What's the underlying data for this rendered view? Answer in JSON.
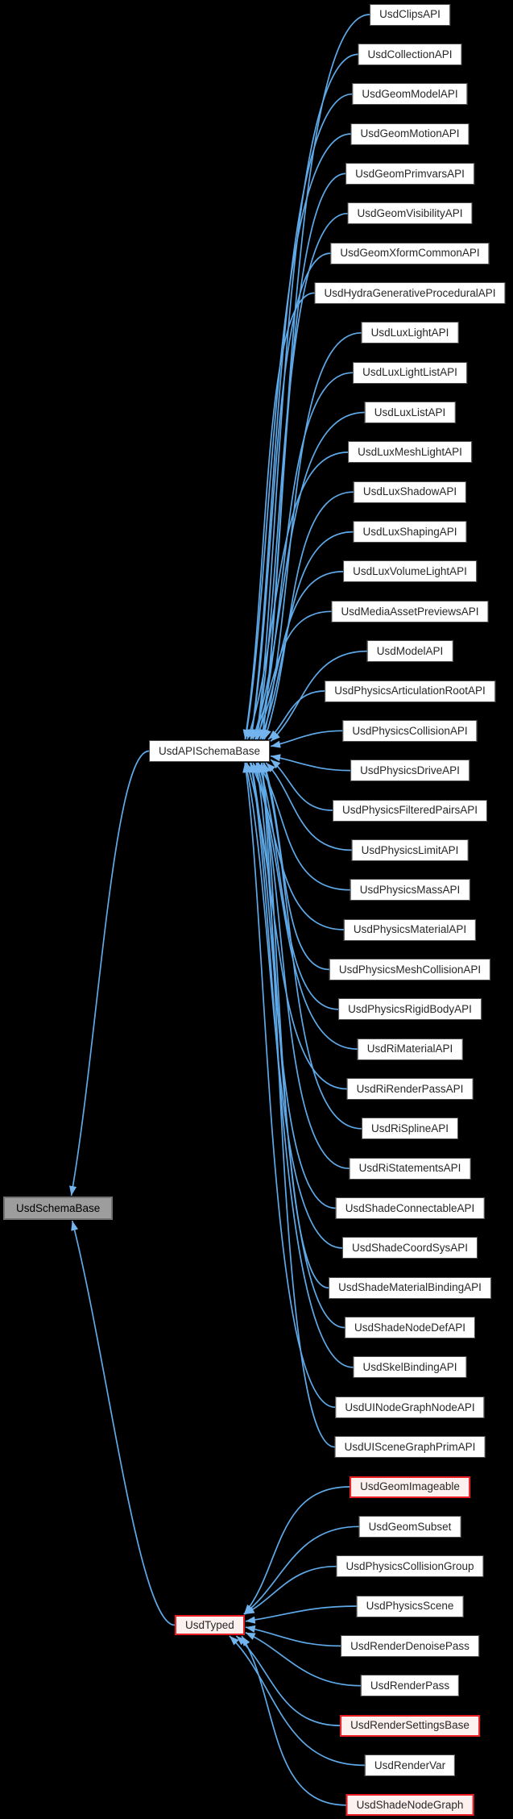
{
  "diagram_type": "class-inheritance-graph",
  "colors": {
    "background": "#000000",
    "edge": "#5fa9e8",
    "arrowhead": "#74b4ee",
    "node_background": "#ffffff",
    "node_border": "#4a4a4a",
    "node_text": "#282828",
    "current_node_background": "#9d9d9d",
    "current_node_border": "#717171",
    "red_node_border": "#ea1d24",
    "red_node_background": "#fdf1f0"
  },
  "root": {
    "label": "UsdSchemaBase",
    "variant": "current"
  },
  "branches": [
    {
      "id": "api",
      "parent": {
        "label": "UsdAPISchemaBase",
        "variant": "normal"
      },
      "children": [
        {
          "label": "UsdClipsAPI",
          "variant": "normal"
        },
        {
          "label": "UsdCollectionAPI",
          "variant": "normal"
        },
        {
          "label": "UsdGeomModelAPI",
          "variant": "normal"
        },
        {
          "label": "UsdGeomMotionAPI",
          "variant": "normal"
        },
        {
          "label": "UsdGeomPrimvarsAPI",
          "variant": "normal"
        },
        {
          "label": "UsdGeomVisibilityAPI",
          "variant": "normal"
        },
        {
          "label": "UsdGeomXformCommonAPI",
          "variant": "normal"
        },
        {
          "label": "UsdHydraGenerativeProceduralAPI",
          "variant": "normal"
        },
        {
          "label": "UsdLuxLightAPI",
          "variant": "normal"
        },
        {
          "label": "UsdLuxLightListAPI",
          "variant": "normal"
        },
        {
          "label": "UsdLuxListAPI",
          "variant": "normal"
        },
        {
          "label": "UsdLuxMeshLightAPI",
          "variant": "normal"
        },
        {
          "label": "UsdLuxShadowAPI",
          "variant": "normal"
        },
        {
          "label": "UsdLuxShapingAPI",
          "variant": "normal"
        },
        {
          "label": "UsdLuxVolumeLightAPI",
          "variant": "normal"
        },
        {
          "label": "UsdMediaAssetPreviewsAPI",
          "variant": "normal"
        },
        {
          "label": "UsdModelAPI",
          "variant": "normal"
        },
        {
          "label": "UsdPhysicsArticulationRootAPI",
          "variant": "normal"
        },
        {
          "label": "UsdPhysicsCollisionAPI",
          "variant": "normal"
        },
        {
          "label": "UsdPhysicsDriveAPI",
          "variant": "normal"
        },
        {
          "label": "UsdPhysicsFilteredPairsAPI",
          "variant": "normal"
        },
        {
          "label": "UsdPhysicsLimitAPI",
          "variant": "normal"
        },
        {
          "label": "UsdPhysicsMassAPI",
          "variant": "normal"
        },
        {
          "label": "UsdPhysicsMaterialAPI",
          "variant": "normal"
        },
        {
          "label": "UsdPhysicsMeshCollisionAPI",
          "variant": "normal"
        },
        {
          "label": "UsdPhysicsRigidBodyAPI",
          "variant": "normal"
        },
        {
          "label": "UsdRiMaterialAPI",
          "variant": "normal"
        },
        {
          "label": "UsdRiRenderPassAPI",
          "variant": "normal"
        },
        {
          "label": "UsdRiSplineAPI",
          "variant": "normal"
        },
        {
          "label": "UsdRiStatementsAPI",
          "variant": "normal"
        },
        {
          "label": "UsdShadeConnectableAPI",
          "variant": "normal"
        },
        {
          "label": "UsdShadeCoordSysAPI",
          "variant": "normal"
        },
        {
          "label": "UsdShadeMaterialBindingAPI",
          "variant": "normal"
        },
        {
          "label": "UsdShadeNodeDefAPI",
          "variant": "normal"
        },
        {
          "label": "UsdSkelBindingAPI",
          "variant": "normal"
        },
        {
          "label": "UsdUINodeGraphNodeAPI",
          "variant": "normal"
        },
        {
          "label": "UsdUISceneGraphPrimAPI",
          "variant": "normal"
        }
      ]
    },
    {
      "id": "typed",
      "parent": {
        "label": "UsdTyped",
        "variant": "red"
      },
      "children": [
        {
          "label": "UsdGeomImageable",
          "variant": "red"
        },
        {
          "label": "UsdGeomSubset",
          "variant": "normal"
        },
        {
          "label": "UsdPhysicsCollisionGroup",
          "variant": "normal"
        },
        {
          "label": "UsdPhysicsScene",
          "variant": "normal"
        },
        {
          "label": "UsdRenderDenoisePass",
          "variant": "normal"
        },
        {
          "label": "UsdRenderPass",
          "variant": "normal"
        },
        {
          "label": "UsdRenderSettingsBase",
          "variant": "red"
        },
        {
          "label": "UsdRenderVar",
          "variant": "normal"
        },
        {
          "label": "UsdShadeNodeGraph",
          "variant": "red"
        }
      ]
    }
  ]
}
